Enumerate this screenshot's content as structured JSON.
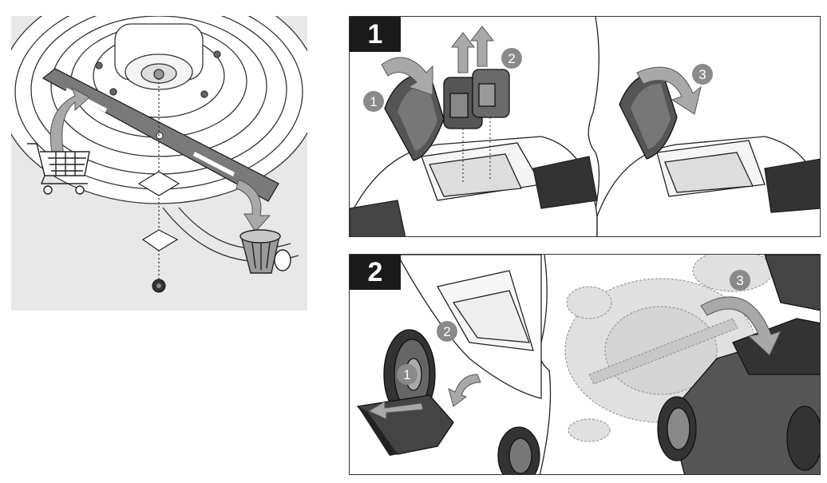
{
  "panels": {
    "blade": {
      "icons": [
        "shopping-cart-icon",
        "trash-can-icon"
      ]
    },
    "step1": {
      "number": "1",
      "callouts": [
        "1",
        "2",
        "3"
      ]
    },
    "step2": {
      "number": "2",
      "callouts": [
        "1",
        "2",
        "3"
      ]
    }
  },
  "colors": {
    "background_left": "#e8e8e8",
    "callout_fill": "#8a8a8a",
    "arrow_fill": "#a8a8a8",
    "badge_fill": "#1a1a1a",
    "line": "#222222"
  }
}
